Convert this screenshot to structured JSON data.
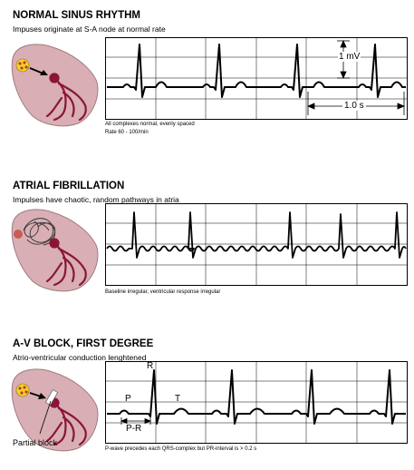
{
  "panels": [
    {
      "title": "NORMAL SINUS RHYTHM",
      "subtitle": "Impuses originate at S-A node at normal rate",
      "captions": [
        "All complexes normal, evenly spaced",
        "Rate 60 - 100/min"
      ],
      "amplitude_label": "1 mV",
      "time_label": "1.0 s"
    },
    {
      "title": "ATRIAL FIBRILLATION",
      "subtitle": "Impulses have chaotic, random pathways in atria",
      "captions": [
        "Baseline irregular, ventricular response irregular"
      ]
    },
    {
      "title": "A-V BLOCK, FIRST DEGREE",
      "subtitle": "Atrio-ventricular conduction lenghtened",
      "captions": [
        "P-wave precedes each QRS-complex but PR-interval is > 0.2 s"
      ],
      "wave_labels": {
        "p": "P",
        "r": "R",
        "t": "T",
        "pr": "P-R"
      },
      "heart_label": "Partial block"
    }
  ],
  "colors": {
    "heart_fill": "#d9aeb4",
    "heart_stroke": "#9e7c80",
    "conduction": "#8a1538",
    "node_yellow": "#f2d42a",
    "node_red": "#c0392b"
  }
}
